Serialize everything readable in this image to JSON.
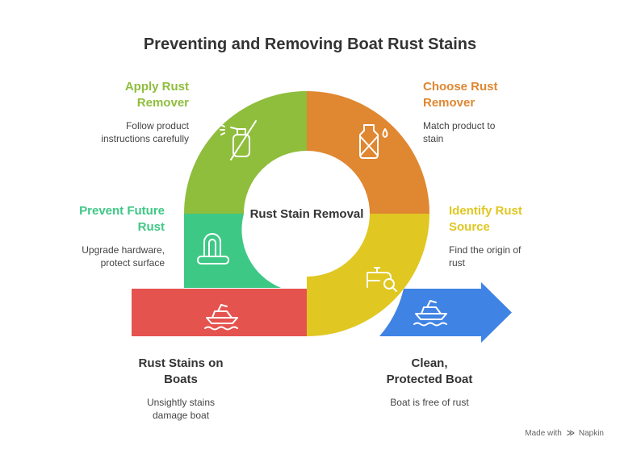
{
  "title": "Preventing and Removing Boat Rust Stains",
  "center_label": "Rust Stain Removal",
  "colors": {
    "apply": "#8fbd3c",
    "choose": "#e08731",
    "identify": "#e0c721",
    "prevent": "#3ec885",
    "start": "#e5534f",
    "end": "#3f83e4"
  },
  "steps": {
    "apply": {
      "title_line1": "Apply Rust",
      "title_line2": "Remover",
      "desc_line1": "Follow product",
      "desc_line2": "instructions carefully",
      "icon": "spray-bottle-icon"
    },
    "choose": {
      "title_line1": "Choose Rust",
      "title_line2": "Remover",
      "desc_line1": "Match product to",
      "desc_line2": "stain",
      "icon": "product-bottle-icon"
    },
    "identify": {
      "title_line1": "Identify Rust",
      "title_line2": "Source",
      "desc_line1": "Find the origin of",
      "desc_line2": "rust",
      "icon": "faucet-search-icon"
    },
    "prevent": {
      "title_line1": "Prevent Future",
      "title_line2": "Rust",
      "desc_line1": "Upgrade hardware,",
      "desc_line2": "protect surface",
      "icon": "magnet-icon"
    }
  },
  "start": {
    "title_line1": "Rust Stains on",
    "title_line2": "Boats",
    "desc_line1": "Unsightly stains",
    "desc_line2": "damage boat",
    "icon": "boat-icon"
  },
  "end": {
    "title_line1": "Clean,",
    "title_line2": "Protected Boat",
    "desc_line1": "Boat is free of rust",
    "icon": "boat-icon"
  },
  "footer": {
    "prefix": "Made with",
    "brand": "Napkin"
  }
}
